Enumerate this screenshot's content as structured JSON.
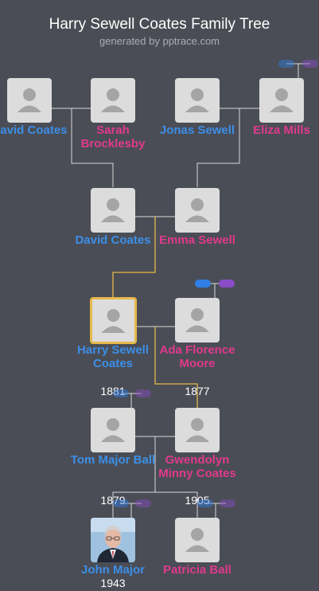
{
  "header": {
    "title": "Harry Sewell Coates Family Tree",
    "subtitle": "generated by pptrace.com"
  },
  "people": {
    "david_coates_sr": {
      "name": "David Coates",
      "gender": "male"
    },
    "sarah_brocklesby": {
      "name": "Sarah Brocklesby",
      "gender": "female"
    },
    "jonas_sewell": {
      "name": "Jonas Sewell",
      "gender": "male"
    },
    "eliza_mills": {
      "name": "Eliza Mills",
      "gender": "female"
    },
    "david_coates": {
      "name": "David Coates",
      "gender": "male"
    },
    "emma_sewell": {
      "name": "Emma Sewell",
      "gender": "female"
    },
    "harry_sewell_coates": {
      "name": "Harry Sewell Coates",
      "gender": "male",
      "year": "1881"
    },
    "ada_florence_moore": {
      "name": "Ada Florence Moore",
      "gender": "female",
      "year": "1877"
    },
    "tom_major_ball": {
      "name": "Tom Major Ball",
      "gender": "male",
      "year": "1879"
    },
    "gwendolyn_minny_coates": {
      "name": "Gwendolyn Minny Coates",
      "gender": "female",
      "year": "1905"
    },
    "john_major": {
      "name": "John Major",
      "gender": "male",
      "year": "1943"
    },
    "patricia_ball": {
      "name": "Patricia Ball",
      "gender": "female"
    }
  },
  "colors": {
    "background": "#4a4d55",
    "male": "#3d8ee8",
    "female": "#e03a8d",
    "highlight_line": "#e6b94a",
    "line": "#d8d8d8",
    "expand_male": "#2f7fe6",
    "expand_female": "#8a4cc7"
  },
  "icons": {
    "placeholder": "person-silhouette-icon",
    "expand": "expand-ancestors-icon"
  }
}
